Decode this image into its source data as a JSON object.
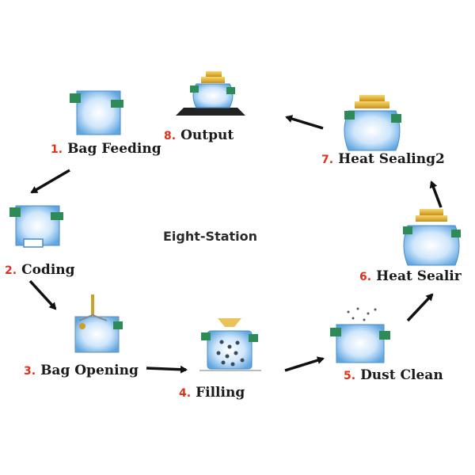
{
  "diagram": {
    "center_title": "Eight-Station",
    "stations": [
      {
        "num": "1.",
        "name": "Bag Feeding",
        "icon": "bag-feeding-icon"
      },
      {
        "num": "2.",
        "name": "Coding",
        "icon": "coding-icon"
      },
      {
        "num": "3.",
        "name": "Bag Opening",
        "icon": "bag-opening-icon"
      },
      {
        "num": "4.",
        "name": "Filling",
        "icon": "filling-icon"
      },
      {
        "num": "5.",
        "name": "Dust Clean",
        "icon": "dust-clean-icon"
      },
      {
        "num": "6.",
        "name": "Heat Sealir",
        "icon": "heat-sealing-icon"
      },
      {
        "num": "7.",
        "name": "Heat Sealing2",
        "icon": "heat-sealing-2-icon"
      },
      {
        "num": "8.",
        "name": "Output",
        "icon": "output-icon"
      }
    ],
    "colors": {
      "number": "#e0301e",
      "bag_blue": "#6fb3e8",
      "clip_green": "#2e8b57",
      "seal_gold": "#e8b830",
      "arrow": "#111111"
    }
  }
}
